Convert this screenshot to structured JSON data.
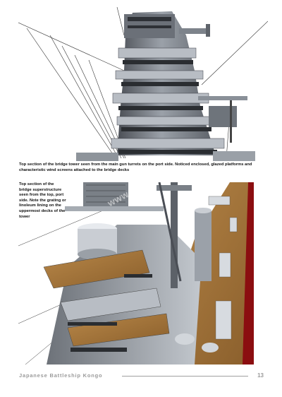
{
  "captions": {
    "top": "Top section of the bridge tower seen from the main gun turrets on the port side. Noticed enclosed, glazed platforms and characteristic wind screens attached to the bridge decks",
    "side": "Top section of the bridge superstructure seen from the top, port side. Note the grating or linoleum lining on the uppermost decks of the tower"
  },
  "watermark": "www.kagero.pl",
  "footer": {
    "title": "Japanese Battleship Kongo",
    "page_number": "13"
  }
}
